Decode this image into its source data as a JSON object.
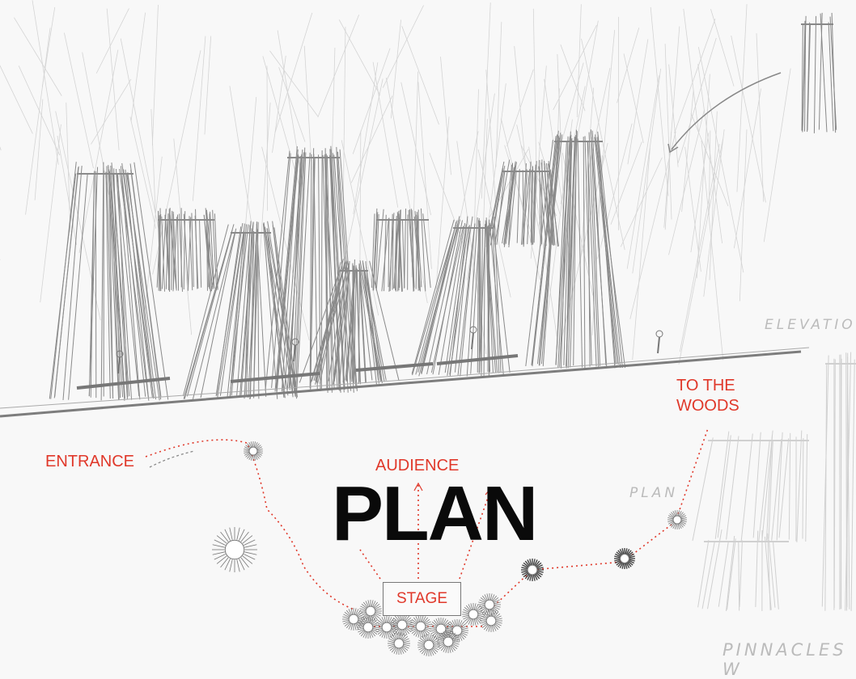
{
  "labels": {
    "entrance": "ENTRANCE",
    "audience": "AUDIENCE",
    "title": "PLAN",
    "stage": "STAGE",
    "to_the_woods_line1": "TO THE",
    "to_the_woods_line2": "WOODS"
  },
  "handwritten": {
    "elevation": "ELEVATION",
    "plan": "PLAN",
    "pinnacles": "PINNACLES W"
  },
  "colors": {
    "accent": "#e0382a",
    "pencil": "#8a8a8a",
    "background": "#f8f8f8"
  }
}
